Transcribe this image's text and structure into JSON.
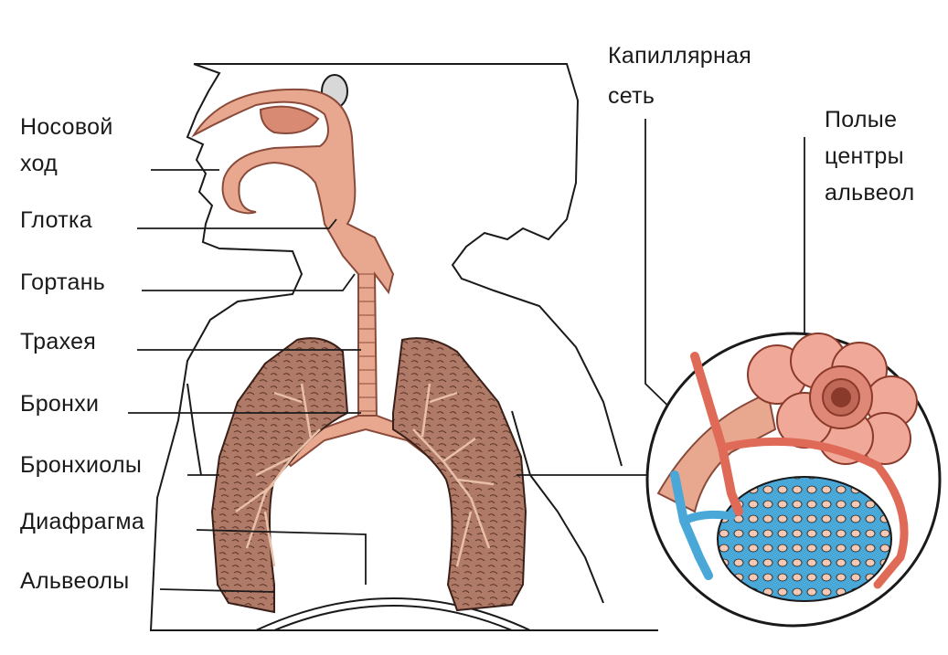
{
  "labels": {
    "nasal_passage_1": "Носовой",
    "nasal_passage_2": "ход",
    "pharynx": "Глотка",
    "larynx": "Гортань",
    "trachea": "Трахея",
    "bronchi": "Бронхи",
    "bronchioles": "Бронхиолы",
    "diaphragm": "Диафрагма",
    "alveoli": "Альвеолы",
    "capillary_1": "Капиллярная",
    "capillary_2": "сеть",
    "hollow_1": "Полые",
    "hollow_2": "центры",
    "hollow_3": "альвеол"
  },
  "colors": {
    "airway": "#e8a890",
    "airway_edge": "#8a4a3a",
    "lung": "#b07a68",
    "lung_edge": "#3a2018",
    "artery": "#e06a58",
    "vein": "#4aa8d8",
    "outline": "#1a1a1a"
  }
}
